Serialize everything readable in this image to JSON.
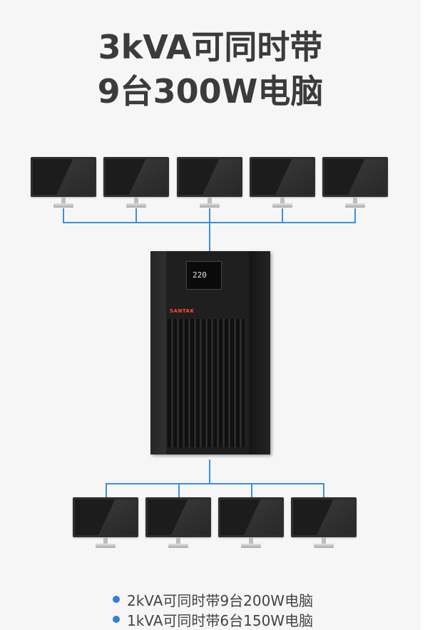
{
  "title": {
    "line1": "3kVA可同时带",
    "line2": "9台300W电脑"
  },
  "ups": {
    "display_value": "220",
    "brand": "SANTAK"
  },
  "colors": {
    "wire": "#3b8fe0",
    "title": "#3b3b3b",
    "bullet": "#2f7fdc"
  },
  "bullets": [
    "2kVA可同时带9台200W电脑",
    "1kVA可同时带6台150W电脑"
  ]
}
